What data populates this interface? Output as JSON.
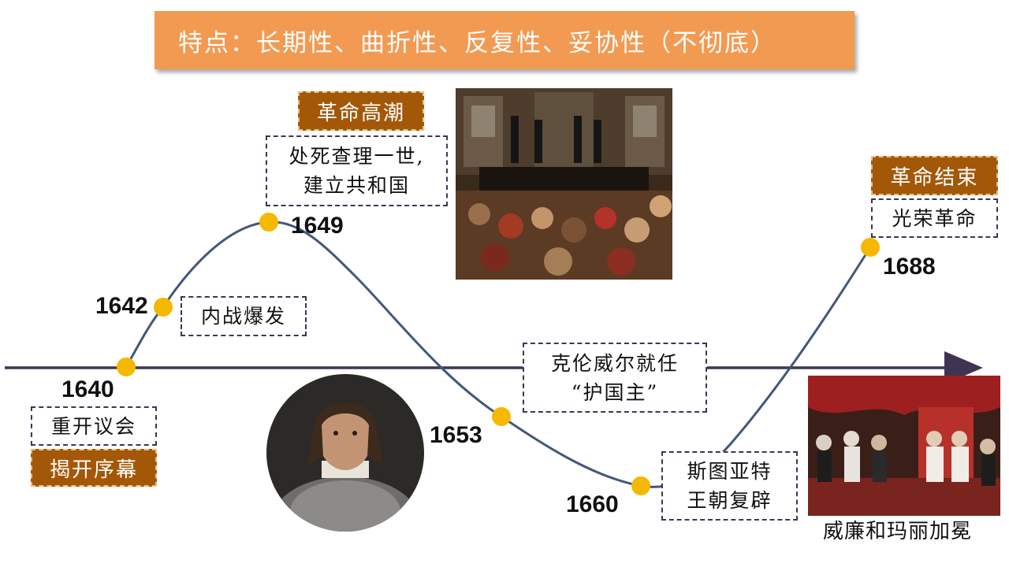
{
  "banner": {
    "text": "特点：长期性、曲折性、反复性、妥协性（不彻底）"
  },
  "tags": {
    "climax": "革命高潮",
    "end": "革命结束",
    "start": "揭开序幕"
  },
  "notes": {
    "execution_line1": "处死查理一世,",
    "execution_line2": "建立共和国",
    "glorious": "光荣革命",
    "civil_war": "内战爆发",
    "cromwell_line1": "克伦威尔就任",
    "cromwell_line2": "“护国主”",
    "parliament": "重开议会",
    "restoration_line1": "斯图亚特",
    "restoration_line2": "王朝复辟"
  },
  "years": {
    "y1640": "1640",
    "y1642": "1642",
    "y1649": "1649",
    "y1653": "1653",
    "y1660": "1660",
    "y1688": "1688"
  },
  "images": {
    "execution": "execution-painting",
    "cromwell": "cromwell-portrait",
    "coronation": "coronation-painting"
  },
  "captions": {
    "coronation": "威廉和玛丽加冕"
  },
  "colors": {
    "banner": "#f39a52",
    "tag": "#a35808",
    "curve": "#44577a",
    "axis": "#3f3552",
    "dot": "#f5b800"
  }
}
